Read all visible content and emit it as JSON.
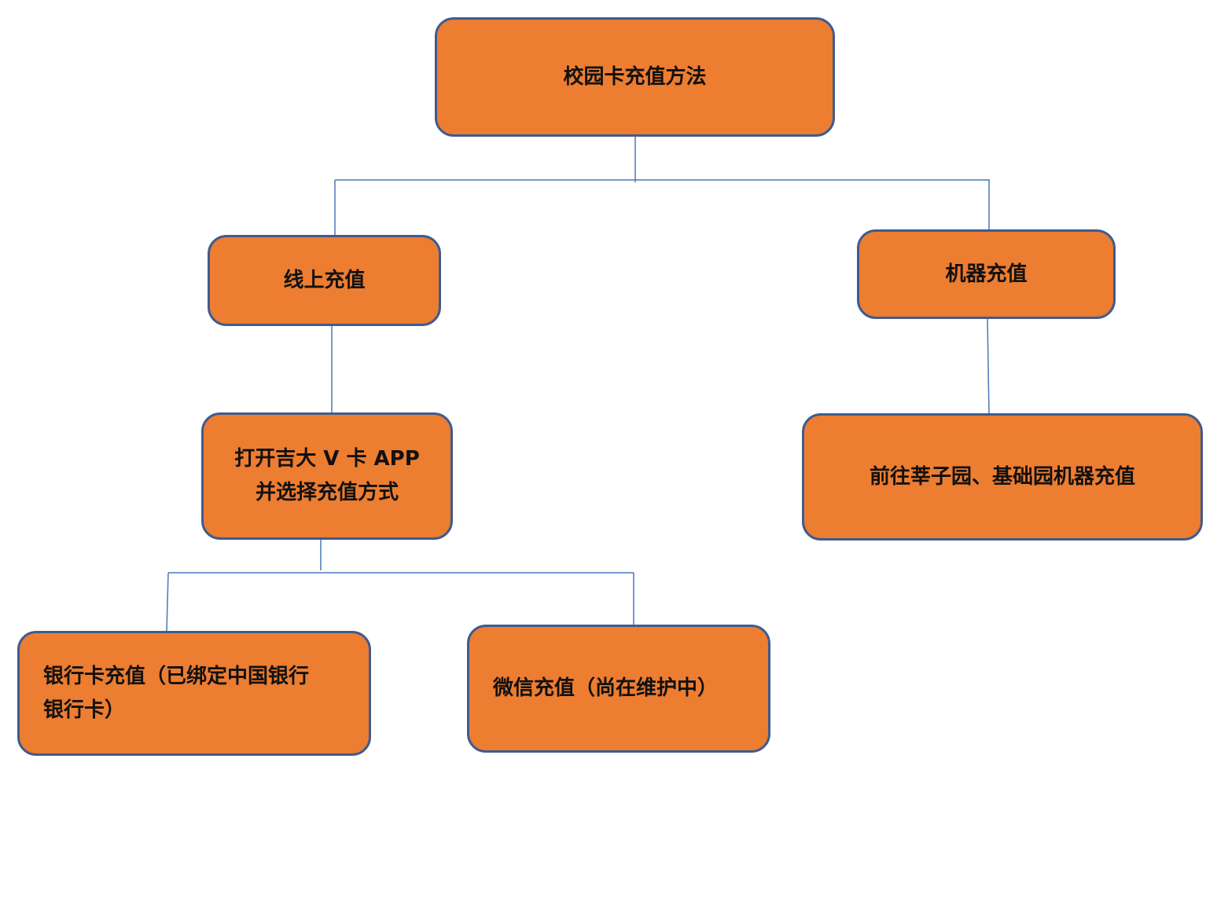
{
  "colors": {
    "node_fill": "#ed7d31",
    "node_border": "#3f5b8f",
    "connector": "#4a78b8",
    "text": "#111111",
    "background": "#ffffff"
  },
  "diagram": {
    "root": {
      "label": "校园卡充值方法"
    },
    "online": {
      "label": "线上充值"
    },
    "machine": {
      "label": "机器充值"
    },
    "app": {
      "label": "打开吉大 V 卡 APP\n并选择充值方式"
    },
    "machine_location": {
      "label": "前往莘子园、基础园机器充值"
    },
    "bank_card": {
      "label": "银行卡充值（已绑定中国银行\n银行卡）"
    },
    "wechat": {
      "label": "微信充值（尚在维护中）"
    }
  }
}
